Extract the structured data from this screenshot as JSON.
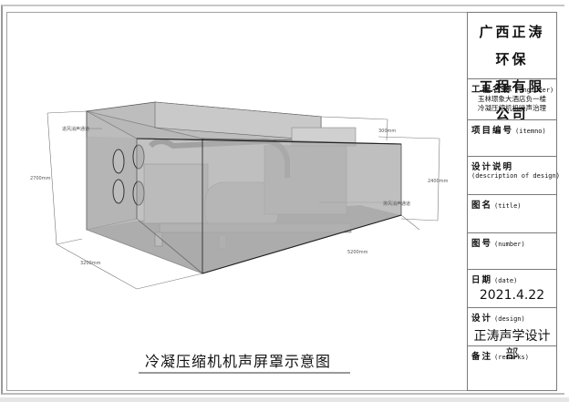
{
  "title_block": {
    "company_line1": "广西正涛环保",
    "company_line2": "工程有限公司",
    "engineer": {
      "label": "工程名称",
      "label_en": "(engineer)",
      "value_line1": "玉林璟象大酒店负一楼",
      "value_line2": "冷凝压缩机机噪声治理"
    },
    "itemno": {
      "label": "项目编号",
      "label_en": "(itemno)",
      "value": ""
    },
    "description": {
      "label": "设计说明",
      "label_en": "(description of design)",
      "value": ""
    },
    "title": {
      "label": "图名",
      "label_en": "(title)",
      "value": ""
    },
    "number": {
      "label": "图号",
      "label_en": "(number)",
      "value": ""
    },
    "date": {
      "label": "日期",
      "label_en": "(date)",
      "value": "2021.4.22"
    },
    "design": {
      "label": "设计",
      "label_en": "(design)",
      "value": "正涛声学设计部"
    },
    "remarks": {
      "label": "备注",
      "label_en": "(remarks)",
      "value": ""
    }
  },
  "drawing": {
    "title": "冷凝压缩机机声屏罩示意图",
    "annotations": {
      "ventilation_left": "进风消声通道",
      "ventilation_right": "排风消声通道"
    },
    "dimensions": {
      "height_total": "2700mm",
      "height_front": "2400mm",
      "step": "300mm",
      "width": "3200mm",
      "length": "5200mm"
    }
  }
}
